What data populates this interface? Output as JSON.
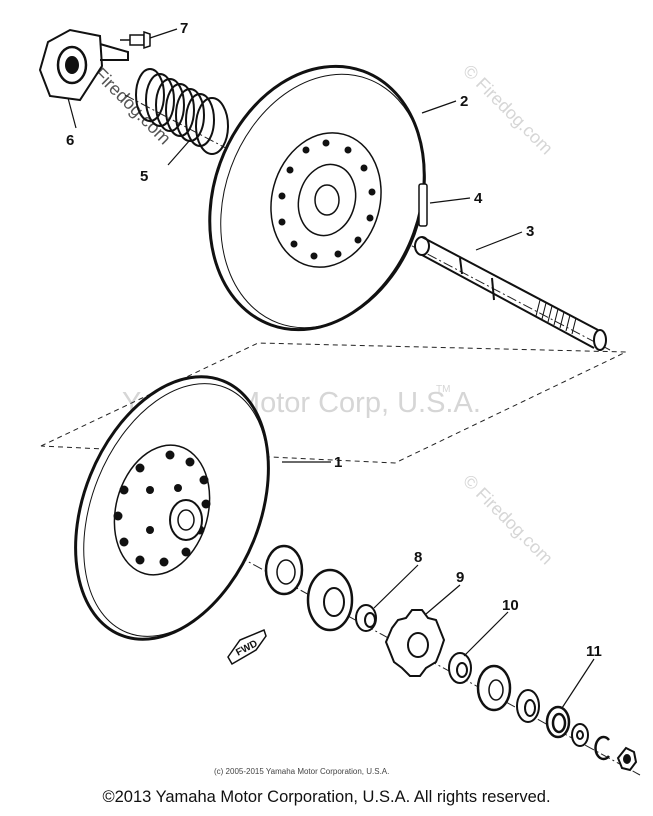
{
  "callouts": [
    "1",
    "2",
    "3",
    "4",
    "5",
    "6",
    "7",
    "8",
    "9",
    "10",
    "11"
  ],
  "watermarks": {
    "main": "Yamaha Motor Corp, U.S.A.",
    "tm": "TM",
    "firedog": "© Firedog.com"
  },
  "fwd_label": "FWD",
  "copyright_small": "(c) 2005-2015 Yamaha Motor Corporation, U.S.A.",
  "footer": "©2013 Yamaha Motor Corporation, U.S.A. All rights reserved."
}
